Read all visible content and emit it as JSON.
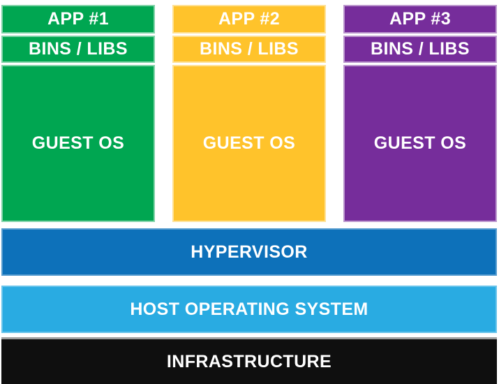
{
  "diagram": {
    "type": "stack-diagram",
    "subject": "virtual-machine-architecture",
    "columns": [
      {
        "app_label": "APP #1",
        "bins_label": "BINS / LIBS",
        "guest_os_label": "GUEST OS",
        "color": "#00A651"
      },
      {
        "app_label": "APP #2",
        "bins_label": "BINS / LIBS",
        "guest_os_label": "GUEST OS",
        "color": "#FFC32B"
      },
      {
        "app_label": "APP #3",
        "bins_label": "BINS / LIBS",
        "guest_os_label": "GUEST OS",
        "color": "#762D9B"
      }
    ],
    "layers": [
      {
        "label": "HYPERVISOR",
        "color": "#0D71BA"
      },
      {
        "label": "HOST OPERATING SYSTEM",
        "color": "#29ABE2"
      },
      {
        "label": "INFRASTRUCTURE",
        "color": "#0F0F0F"
      }
    ],
    "text_color": "#FFFFFF",
    "background_color": "#FFFFFF"
  }
}
